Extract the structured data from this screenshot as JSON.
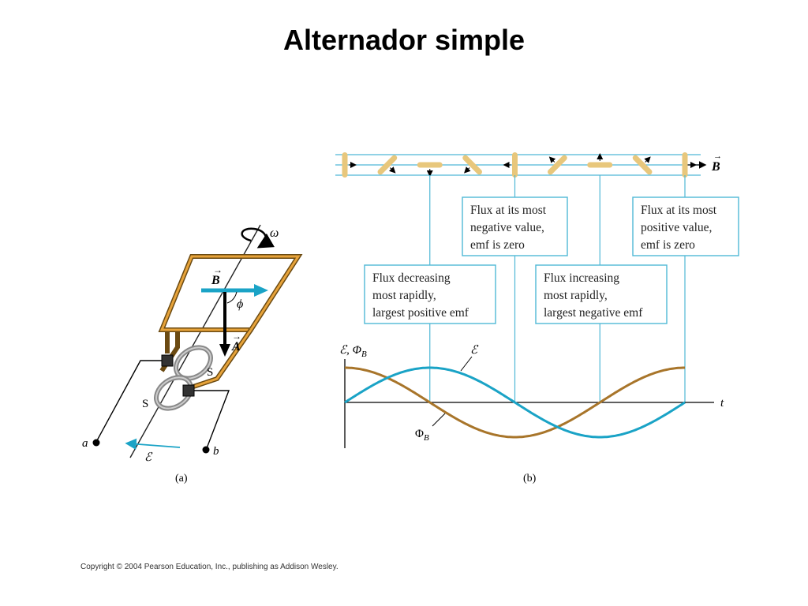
{
  "title": "Alternador simple",
  "panel_a": {
    "omega": "ω",
    "b_vec": "B",
    "a_vec": "A",
    "phi": "ϕ",
    "ring_upper": "S",
    "ring_lower": "S",
    "terminal_a": "a",
    "terminal_b": "b",
    "emf": "ℰ",
    "caption": "(a)"
  },
  "panel_b": {
    "b_field": "B",
    "callouts": [
      {
        "lines": [
          "Flux at its most",
          "negative value,",
          "emf is zero"
        ]
      },
      {
        "lines": [
          "Flux at its most",
          "positive value,",
          "emf is zero"
        ]
      },
      {
        "lines": [
          "Flux decreasing",
          "most rapidly,",
          "largest positive emf"
        ]
      },
      {
        "lines": [
          "Flux increasing",
          "most rapidly,",
          "largest negative emf"
        ]
      }
    ],
    "y_axis_label": "ℰ, Φ",
    "y_axis_sub": "B",
    "x_axis_label": "t",
    "emf_curve_label": "ℰ",
    "flux_curve_label": "Φ",
    "flux_curve_sub": "B",
    "caption": "(b)",
    "colors": {
      "emf": "#1aa3c6",
      "flux": "#a8752a",
      "coil": "#e8c77c",
      "field": "#4fb8d6"
    }
  },
  "copyright": "Copyright © 2004 Pearson Education, Inc., publishing as Addison Wesley."
}
